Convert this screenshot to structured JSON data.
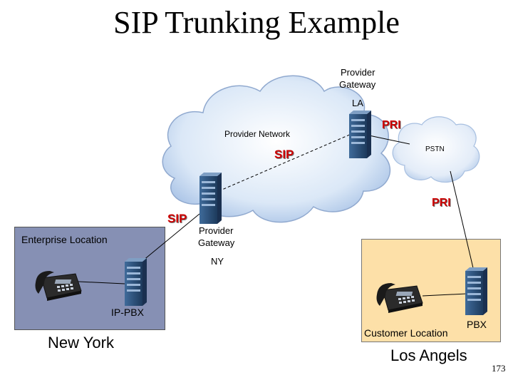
{
  "title": "SIP Trunking Example",
  "provider_gateway_la": {
    "line1": "Provider",
    "line2": "Gateway",
    "site": "LA"
  },
  "provider_network": "Provider Network",
  "pstn": "PSTN",
  "pri_top": "PRI",
  "pri_right": "PRI",
  "sip_cloud": "SIP",
  "sip_left": "SIP",
  "provider_gateway_ny": {
    "line1": "Provider",
    "line2": "Gateway",
    "site": "NY"
  },
  "enterprise": {
    "label": "Enterprise Location",
    "pbx": "IP-PBX",
    "city": "New York"
  },
  "customer": {
    "label": "Customer Location",
    "pbx": "PBX",
    "city": "Los Angels"
  },
  "slide_number": "173",
  "colors": {
    "enterprise_bg": "#8690b4",
    "customer_bg": "#fde0a8",
    "server": "#2f4f77",
    "sip_red": "#cc0000"
  }
}
